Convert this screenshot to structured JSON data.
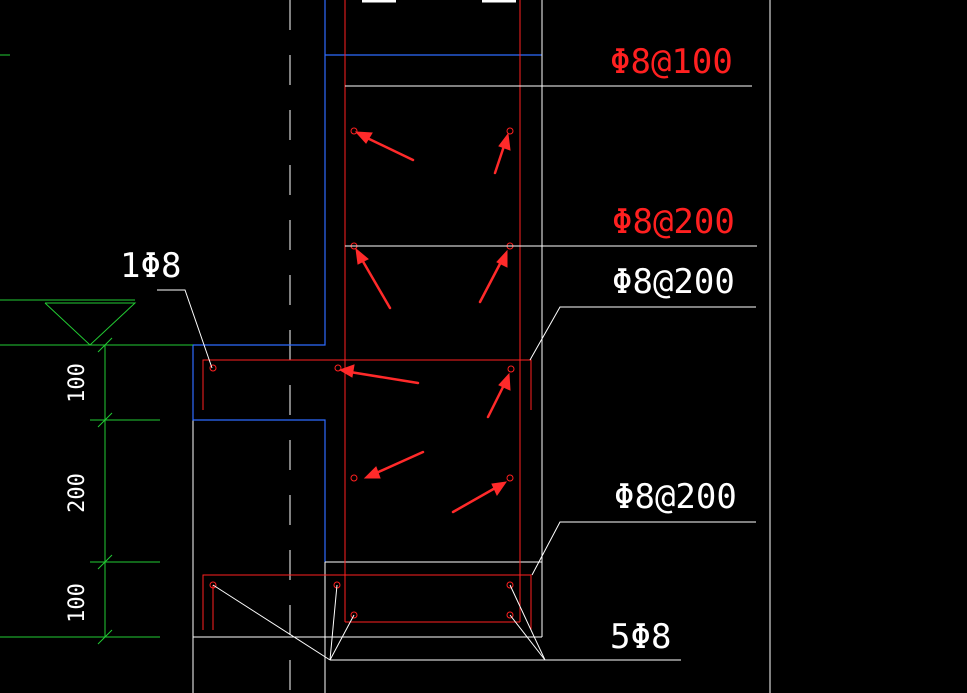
{
  "colors": {
    "background": "#000000",
    "white": "#ffffff",
    "red": "#ff2020",
    "blue": "#2e6bff",
    "green": "#22cc33",
    "arrow": "#ff2a2a"
  },
  "annotations": {
    "stirrup_top": "Φ8@100",
    "stirrup_mid_red": "Φ8@200",
    "stirrup_mid_white": "Φ8@200",
    "stirrup_lower": "Φ8@200",
    "single_bar": "1Φ8",
    "bottom_bars": "5Φ8"
  },
  "dimensions": {
    "top": "100",
    "middle": "200",
    "bottom": "100"
  }
}
